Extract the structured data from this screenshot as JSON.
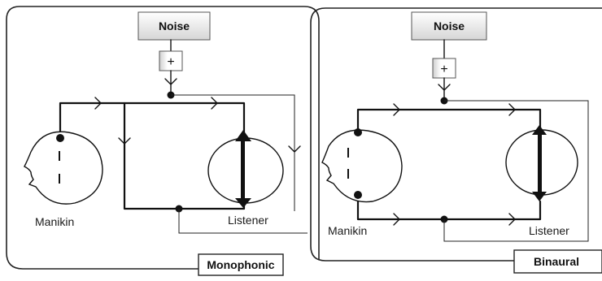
{
  "panels": [
    {
      "mode_label": "Monophonic",
      "noise_label": "Noise",
      "mixer_symbol": "+",
      "manikin_label": "Manikin",
      "listener_label": "Listener"
    },
    {
      "mode_label": "Binaural",
      "noise_label": "Noise",
      "mixer_symbol": "+",
      "manikin_label": "Manikin",
      "listener_label": "Listener"
    }
  ],
  "colors": {
    "line": "#111111",
    "box_gradient_top": "#ffffff",
    "box_gradient_bottom": "#d6d6d6"
  }
}
